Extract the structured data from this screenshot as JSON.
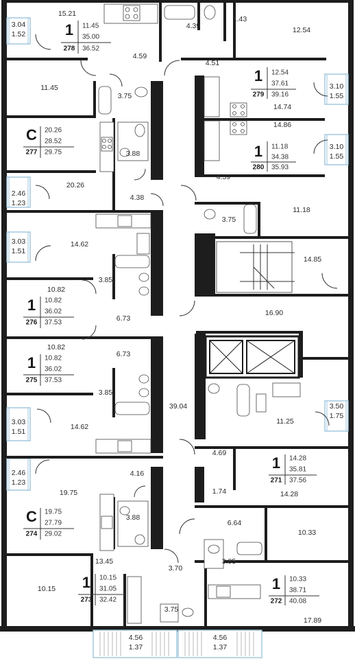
{
  "apartments": [
    {
      "id": "apt-278",
      "type": "1",
      "number": "278",
      "living": "11.45",
      "total": "35.00",
      "total_with_balcony": "36.52"
    },
    {
      "id": "apt-279",
      "type": "1",
      "number": "279",
      "living": "12.54",
      "total": "37.61",
      "total_with_balcony": "39.16"
    },
    {
      "id": "apt-277",
      "type": "C",
      "number": "277",
      "living": "20.26",
      "total": "28.52",
      "total_with_balcony": "29.75"
    },
    {
      "id": "apt-280",
      "type": "1",
      "number": "280",
      "living": "11.18",
      "total": "34.38",
      "total_with_balcony": "35.93"
    },
    {
      "id": "apt-276",
      "type": "1",
      "number": "276",
      "living": "10.82",
      "total": "36.02",
      "total_with_balcony": "37.53"
    },
    {
      "id": "apt-275",
      "type": "1",
      "number": "275",
      "living": "10.82",
      "total": "36.02",
      "total_with_balcony": "37.53"
    },
    {
      "id": "apt-271",
      "type": "1",
      "number": "271",
      "living": "14.28",
      "total": "35.81",
      "total_with_balcony": "37.56"
    },
    {
      "id": "apt-274",
      "type": "C",
      "number": "274",
      "living": "19.75",
      "total": "27.79",
      "total_with_balcony": "29.02"
    },
    {
      "id": "apt-273",
      "type": "1",
      "number": "273",
      "living": "10.15",
      "total": "31.05",
      "total_with_balcony": "32.42"
    },
    {
      "id": "apt-272",
      "type": "1",
      "number": "272",
      "living": "10.33",
      "total": "38.71",
      "total_with_balcony": "40.08"
    }
  ],
  "rooms": [
    "15.21",
    "4.39",
    "1.43",
    "12.54",
    "4.59",
    "4.51",
    "11.45",
    "3.75",
    "14.74",
    "3.88",
    "14.86",
    "20.26",
    "4.59",
    "4.38",
    "3.75",
    "11.18",
    "14.62",
    "14.85",
    "3.85",
    "10.82",
    "6.73",
    "16.90",
    "10.82",
    "6.73",
    "39.04",
    "3.85",
    "11.25",
    "14.62",
    "4.69",
    "4.16",
    "1.74",
    "14.28",
    "19.75",
    "3.88",
    "6.64",
    "10.33",
    "13.45",
    "3.70",
    "3.85",
    "10.15",
    "3.75",
    "17.89"
  ],
  "balconies": [
    {
      "area": "3.04",
      "reduced": "1.52"
    },
    {
      "area": "3.10",
      "reduced": "1.55"
    },
    {
      "area": "3.10",
      "reduced": "1.55"
    },
    {
      "area": "2.46",
      "reduced": "1.23"
    },
    {
      "area": "3.03",
      "reduced": "1.51"
    },
    {
      "area": "3.03",
      "reduced": "1.51"
    },
    {
      "area": "3.50",
      "reduced": "1.75"
    },
    {
      "area": "2.46",
      "reduced": "1.23"
    },
    {
      "area": "4.56",
      "reduced": "1.37"
    },
    {
      "area": "4.56",
      "reduced": "1.37"
    }
  ]
}
